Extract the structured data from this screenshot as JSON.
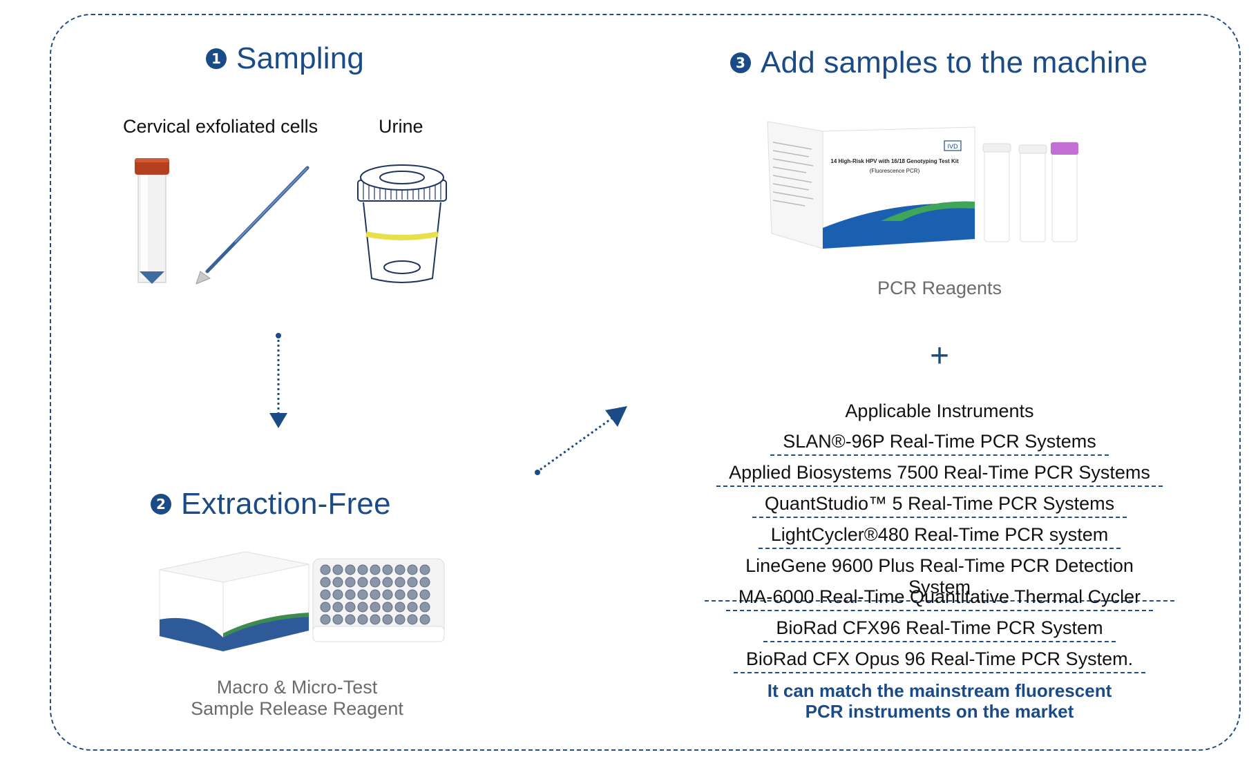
{
  "step1": {
    "number": "1",
    "title": "Sampling"
  },
  "step2": {
    "number": "2",
    "title": "Extraction-Free"
  },
  "step3": {
    "number": "3",
    "title": "Add samples to the machine"
  },
  "samples": {
    "cervical_label": "Cervical exfoliated cells",
    "urine_label": "Urine"
  },
  "release_reagent": {
    "line1": "Macro & Micro-Test",
    "line2": "Sample Release Reagent"
  },
  "pcr_kit": {
    "caption": "PCR Reagents",
    "box_text": "14 High-Risk HPV with 16/18 Genotyping Test Kit",
    "box_subtext": "(Fluorescence PCR)",
    "ivd_badge": "IVD"
  },
  "plus_symbol": "+",
  "instruments": {
    "heading": "Applicable Instruments",
    "items": [
      "SLAN®-96P Real-Time PCR Systems",
      "Applied Biosystems 7500 Real-Time PCR Systems",
      "QuantStudio™ 5 Real-Time PCR Systems",
      "LightCycler®480 Real-Time PCR system",
      "LineGene 9600 Plus Real-Time PCR Detection System",
      "MA-6000 Real-Time Quantitative Thermal Cycler",
      "BioRad CFX96 Real-Time PCR System",
      "BioRad CFX Opus 96 Real-Time PCR System."
    ],
    "note_line1": "It can match the mainstream fluorescent",
    "note_line2": "PCR instruments on the market"
  },
  "colors": {
    "brand_blue": "#1b4b86",
    "dashed_border": "#1f4e86",
    "cap_red": "#b5401f",
    "urine_yellow": "#e8e04a",
    "vial_pink": "#c46fd6"
  }
}
